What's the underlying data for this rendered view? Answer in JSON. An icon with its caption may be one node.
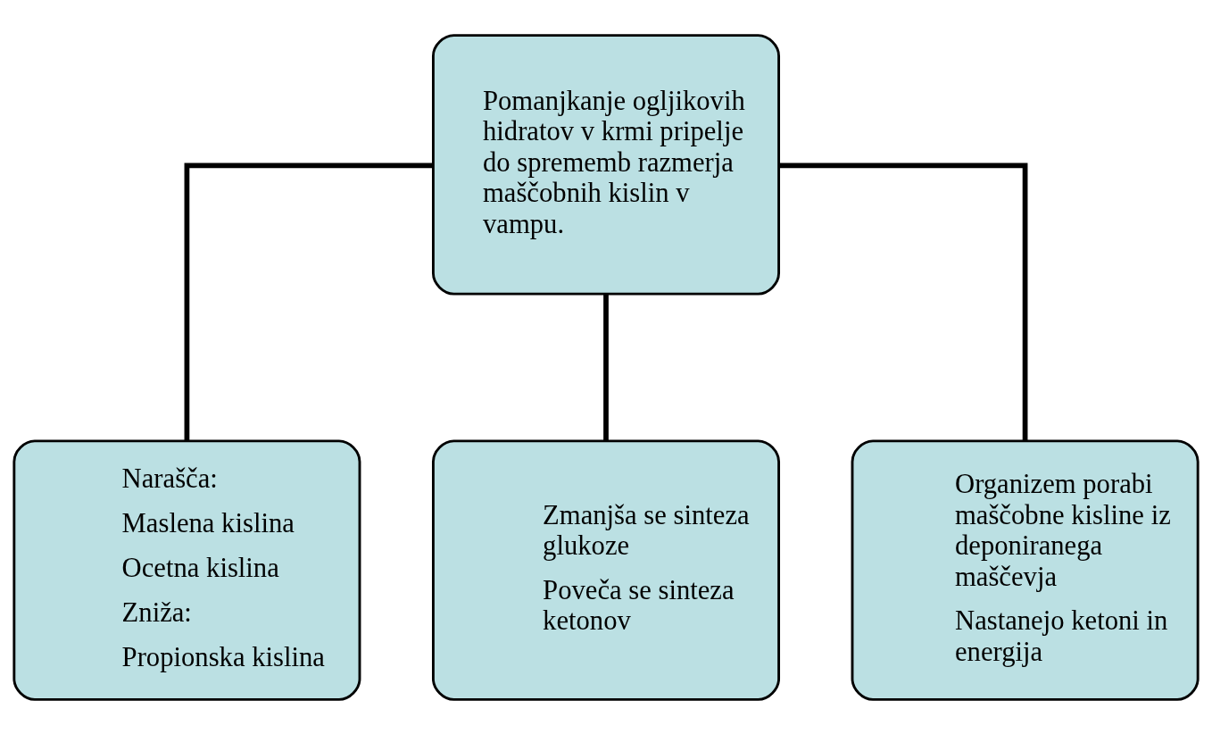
{
  "diagram": {
    "nodes": [
      {
        "text": [
          "Pomanjkanje ogljikovih hidratov v krmi pripelje do sprememb razmerja maščobnih kislin v vampu."
        ]
      },
      {
        "text": [
          "Narašča:",
          "Maslena kislina",
          "Ocetna kislina",
          "Zniža:",
          "Propionska kislina"
        ]
      },
      {
        "text": [
          "Zmanjša se sinteza glukoze",
          "Poveča se sinteza ketonov"
        ]
      },
      {
        "text": [
          "Organizem porabi maščobne kisline iz deponiranega maščevja",
          "Nastanejo ketoni in energija"
        ]
      }
    ],
    "edges": [
      {
        "from": 0,
        "to": 1,
        "arrow": "none"
      },
      {
        "from": 0,
        "to": 2,
        "arrow": "none"
      },
      {
        "from": 0,
        "to": 3,
        "arrow": "none"
      }
    ]
  }
}
